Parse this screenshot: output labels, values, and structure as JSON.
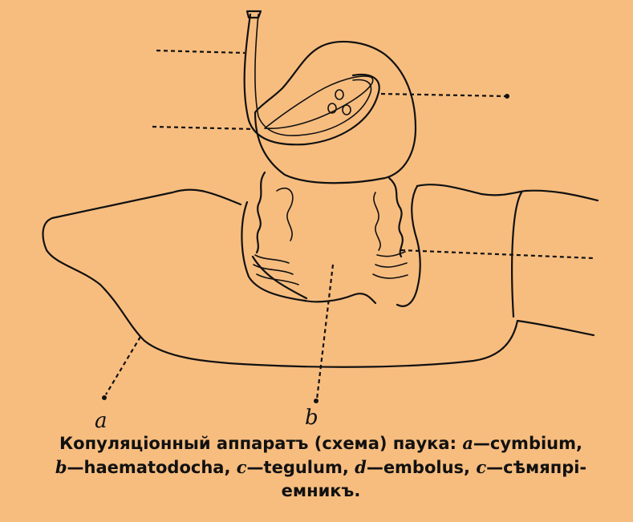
{
  "labels": {
    "a": "a",
    "b": "b"
  },
  "caption": {
    "title": "Копуляціонный аппаратъ (схема) паука:",
    "items": [
      {
        "letter": "a",
        "term": "—cymbium,"
      },
      {
        "letter": "b",
        "term": "—haematodocha,"
      },
      {
        "letter": "c",
        "term": "—tegulum,"
      },
      {
        "letter": "d",
        "term": "—embolus,"
      },
      {
        "letter": "c",
        "term": "—сѣмяпрі-"
      }
    ],
    "tail": "емникъ."
  },
  "colors": {
    "background": "#f7bd7f",
    "ink": "#111111"
  }
}
